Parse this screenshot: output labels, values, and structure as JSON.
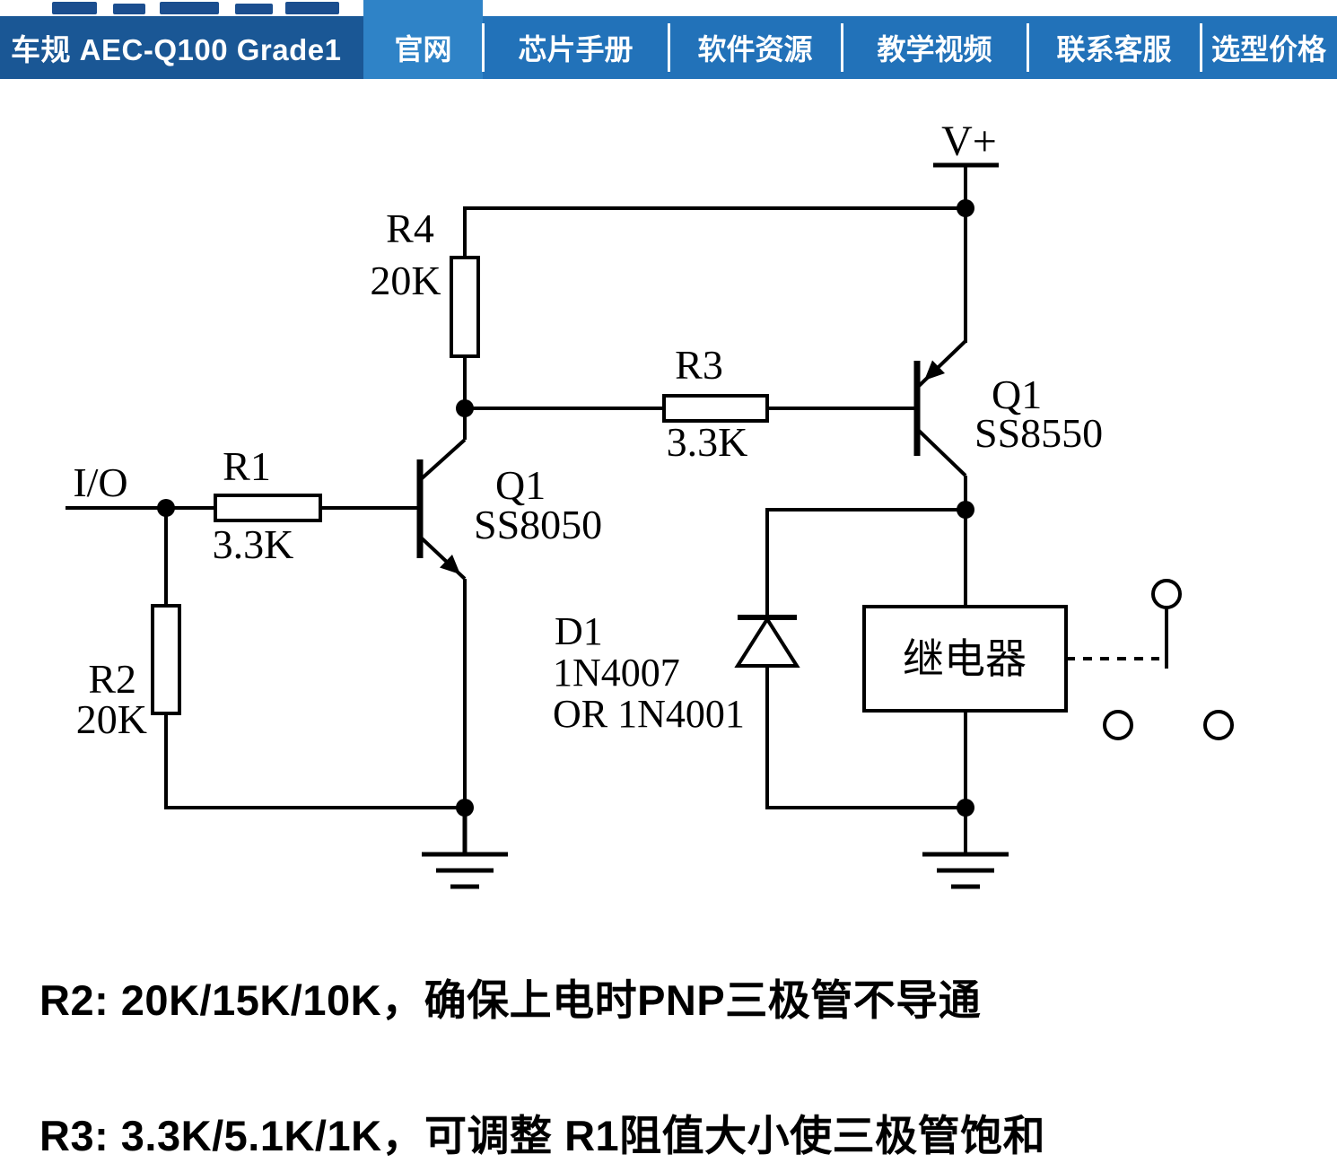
{
  "navbar": {
    "brand": "车规 AEC-Q100 Grade1",
    "items": [
      {
        "label": "官网"
      },
      {
        "label": "芯片手册"
      },
      {
        "label": "软件资源"
      },
      {
        "label": "教学视频"
      },
      {
        "label": "联系客服"
      },
      {
        "label": "选型价格"
      }
    ]
  },
  "circuit": {
    "power_label": "V+",
    "io_label": "I/O",
    "r1": {
      "name": "R1",
      "value": "3.3K"
    },
    "r2": {
      "name": "R2",
      "value": "20K"
    },
    "r3": {
      "name": "R3",
      "value": "3.3K"
    },
    "r4": {
      "name": "R4",
      "value": "20K"
    },
    "q_npn": {
      "name": "Q1",
      "model": "SS8050"
    },
    "q_pnp": {
      "name": "Q1",
      "model": "SS8550"
    },
    "d1": {
      "name": "D1",
      "model": "1N4007",
      "alt": "OR 1N4001"
    },
    "relay_label": "继电器"
  },
  "notes": {
    "line1": "R2: 20K/15K/10K，确保上电时PNP三极管不导通",
    "line2": "R3: 3.3K/5.1K/1K，可调整 R1阻值大小使三极管饱和"
  },
  "colors": {
    "navbar_bg": "#2272b9",
    "navbar_brand_bg": "#1a5795",
    "navbar_active_bg": "#2f83c7",
    "nav_text": "#ffffff",
    "circuit_stroke": "#000000",
    "note_text": "#000000"
  }
}
